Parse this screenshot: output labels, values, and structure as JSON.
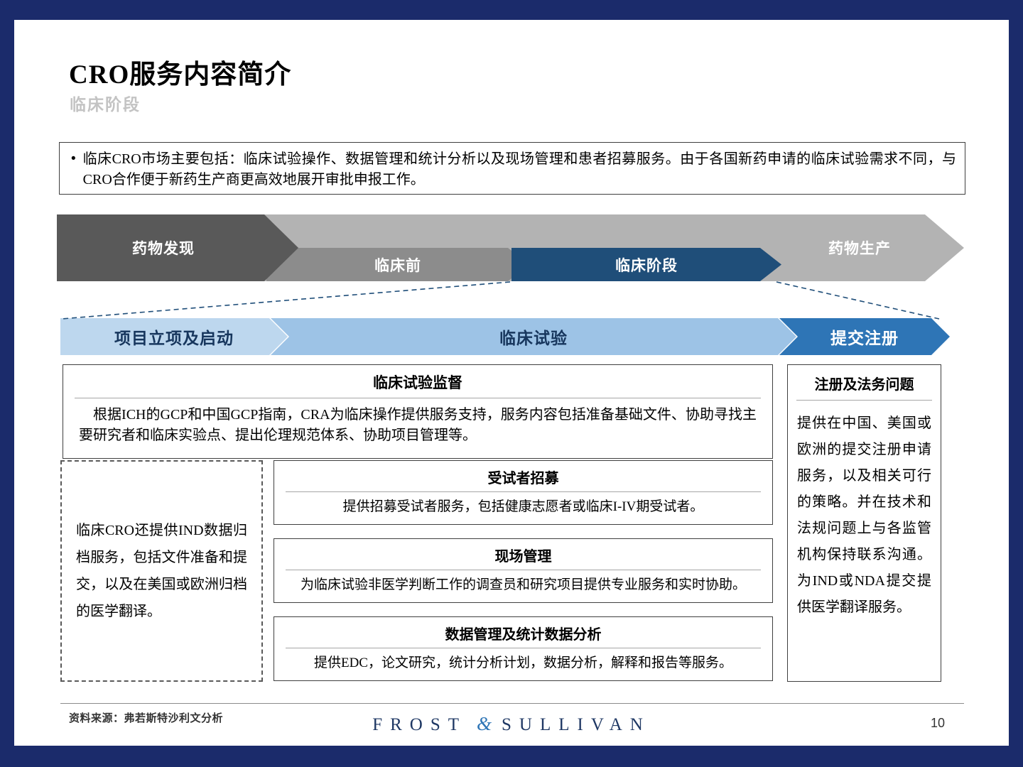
{
  "header": {
    "title": "CRO服务内容简介",
    "subtitle": "临床阶段"
  },
  "intro": {
    "bullet": "•",
    "text": "临床CRO市场主要包括：临床试验操作、数据管理和统计分析以及现场管理和患者招募服务。由于各国新药申请的临床试验需求不同，与CRO合作便于新药生产商更高效地展开审批申报工作。"
  },
  "pipeline": {
    "stages": [
      {
        "label": "药物发现"
      },
      {
        "label": "临床前"
      },
      {
        "label": "临床阶段"
      },
      {
        "label": "药物生产"
      }
    ]
  },
  "phases": [
    {
      "label": "项目立项及启动"
    },
    {
      "label": "临床试验"
    },
    {
      "label": "提交注册"
    }
  ],
  "boxes": {
    "supervision": {
      "title": "临床试验监督",
      "body": "根据ICH的GCP和中国GCP指南，CRA为临床操作提供服务支持，服务内容包括准备基础文件、协助寻找主要研究者和临床实验点、提出伦理规范体系、协助项目管理等。"
    },
    "ind_note": {
      "body": "临床CRO还提供IND数据归档服务，包括文件准备和提交，以及在美国或欧洲归档的医学翻译。"
    },
    "recruitment": {
      "title": "受试者招募",
      "body": "提供招募受试者服务，包括健康志愿者或临床I-IV期受试者。"
    },
    "site_management": {
      "title": "现场管理",
      "body": "为临床试验非医学判断工作的调查员和研究项目提供专业服务和实时协助。"
    },
    "data_management": {
      "title": "数据管理及统计数据分析",
      "body": "提供EDC，论文研究，统计分析计划，数据分析，解释和报告等服务。"
    },
    "registration": {
      "title": "注册及法务问题",
      "body": "提供在中国、美国或欧洲的提交注册申请服务，以及相关可行的策略。并在技术和法规问题上与各监管机构保持联系沟通。为IND或NDA提交提供医学翻译服务。"
    }
  },
  "footer": {
    "source": "资料来源：弗若斯特沙利文分析",
    "logo_left": "FROST",
    "logo_amp": "&",
    "logo_right": "SULLIVAN",
    "page_number": "10"
  },
  "colors": {
    "frame_navy": "#1b2b6b",
    "stage_dark_gray": "#595959",
    "stage_mid_gray": "#8c8c8c",
    "stage_light_gray": "#b3b3b3",
    "stage_active_navy": "#1f4e79",
    "phase_light_blue": "#bdd7ee",
    "phase_mid_blue": "#9dc3e6",
    "phase_strong_blue": "#2e75b6",
    "logo_navy": "#1f3864"
  }
}
